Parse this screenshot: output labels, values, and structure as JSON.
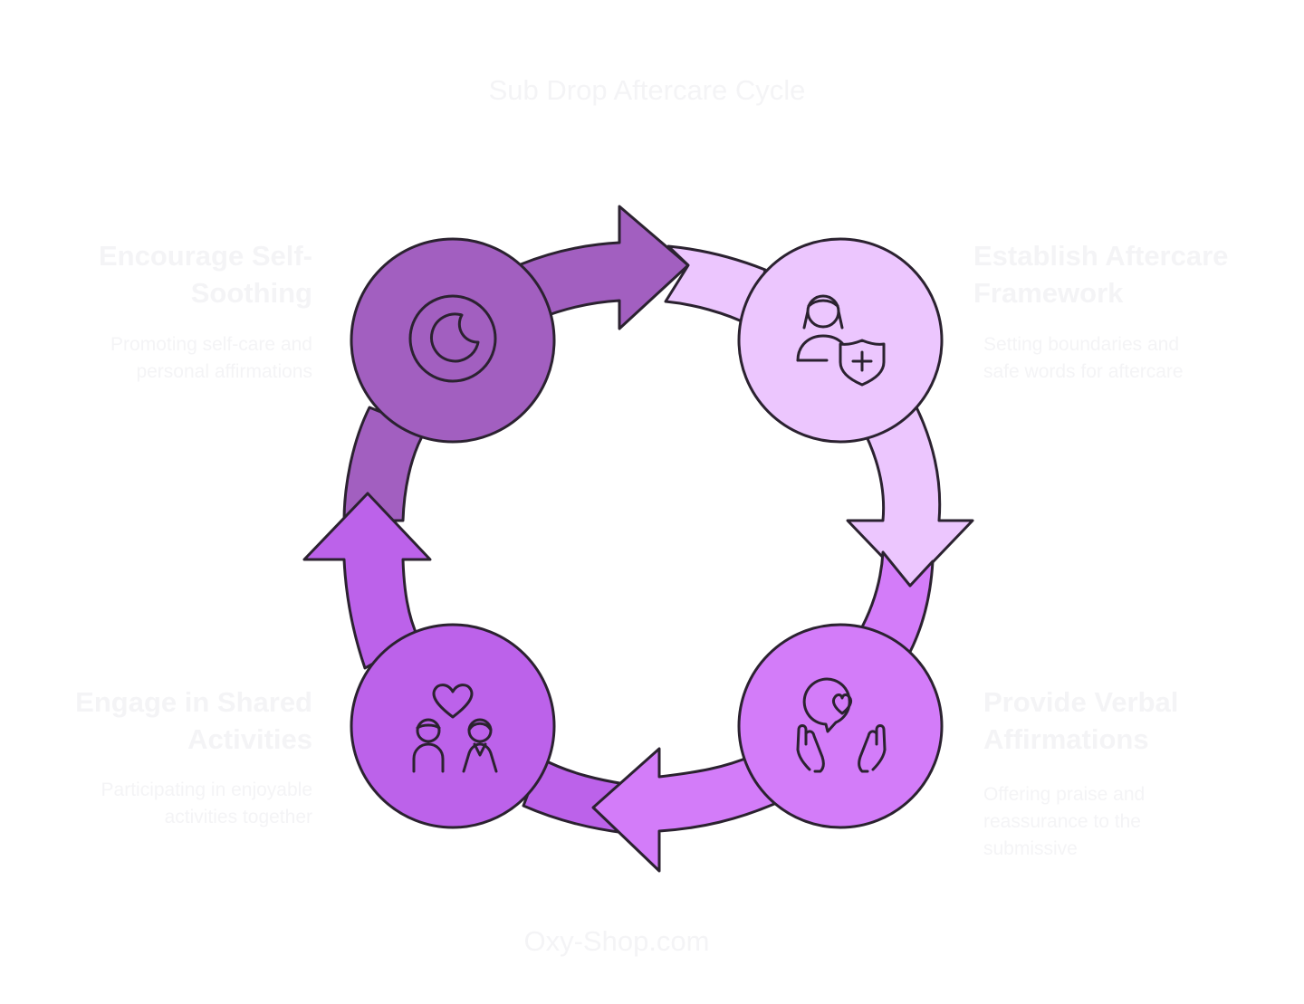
{
  "title": "Sub Drop Aftercare Cycle",
  "footer": "Oxy-Shop.com",
  "colors": {
    "outline": "#2b2230",
    "stage_self_soothing": "#a25fc0",
    "stage_framework": "#ecc6fe",
    "stage_affirmations": "#d37cf9",
    "stage_activities": "#bc62ea",
    "text": "#f4f4f6"
  },
  "stages": [
    {
      "heading": "Encourage Self-Soothing",
      "heading_lines": [
        "Encourage Self-",
        "Soothing"
      ],
      "description_lines": [
        "Promoting self-care and",
        "personal affirmations"
      ],
      "icon": "moon-icon"
    },
    {
      "heading": "Establish Aftercare Framework",
      "heading_lines": [
        "Establish Aftercare",
        "Framework"
      ],
      "description_lines": [
        "Setting boundaries and",
        "safe words for aftercare"
      ],
      "icon": "person-shield-icon"
    },
    {
      "heading": "Provide Verbal Affirmations",
      "heading_lines": [
        "Provide Verbal",
        "Affirmations"
      ],
      "description_lines": [
        "Offering praise and",
        "reassurance to the",
        "submissive"
      ],
      "icon": "hands-heart-bubble-icon"
    },
    {
      "heading": "Engage in Shared Activities",
      "heading_lines": [
        "Engage in Shared",
        "Activities"
      ],
      "description_lines": [
        "Participating in enjoyable",
        "activities together"
      ],
      "icon": "couple-heart-icon"
    }
  ]
}
